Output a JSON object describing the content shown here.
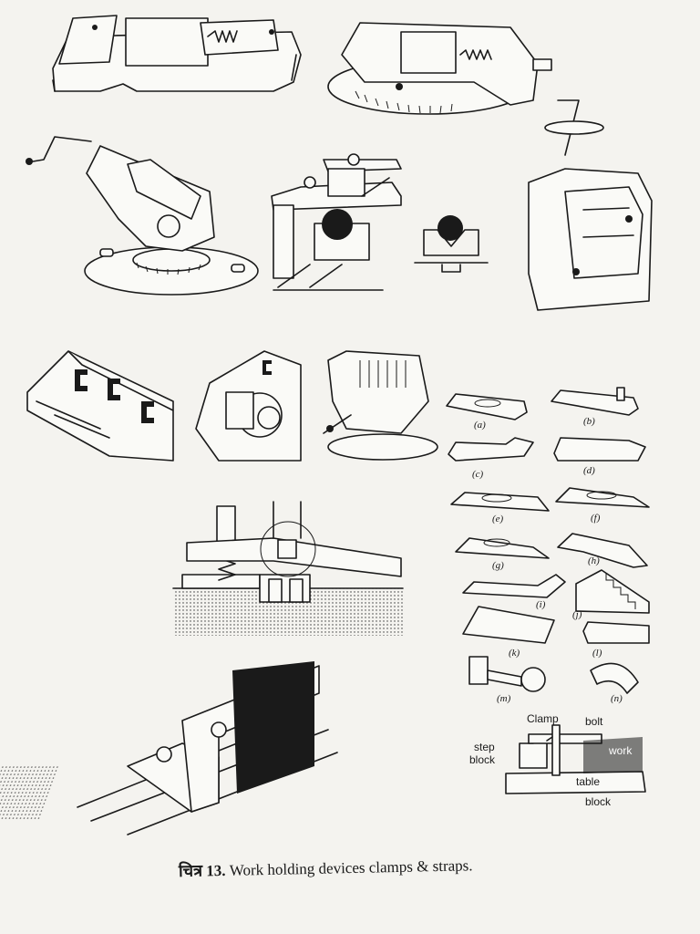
{
  "figure": {
    "caption_prefix": "चित्र",
    "caption_number": "13.",
    "caption_text": "Work holding devices clamps & straps."
  },
  "strap_labels": [
    "(a)",
    "(b)",
    "(c)",
    "(d)",
    "(e)",
    "(f)",
    "(g)",
    "(h)",
    "(i)",
    "(j)",
    "(k)",
    "(l)",
    "(m)",
    "(n)"
  ],
  "clamp_diagram": {
    "clamp": "Clamp",
    "bolt": "bolt",
    "step_block_1": "step",
    "step_block_2": "block",
    "work": "work",
    "table": "table",
    "block": "block"
  }
}
